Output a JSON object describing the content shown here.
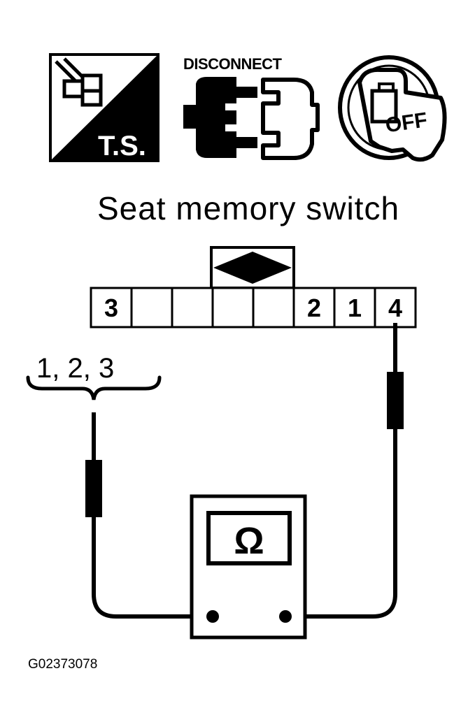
{
  "icons": {
    "ts_label": "T.S.",
    "disconnect_label": "DISCONNECT",
    "key_label": "OFF"
  },
  "title": "Seat memory switch",
  "connector": {
    "pins": [
      "3",
      "",
      "",
      "",
      "",
      "2",
      "1",
      "4"
    ]
  },
  "probe_label": "1, 2, 3",
  "meter_symbol": "Ω",
  "figure_code": "G02373078"
}
